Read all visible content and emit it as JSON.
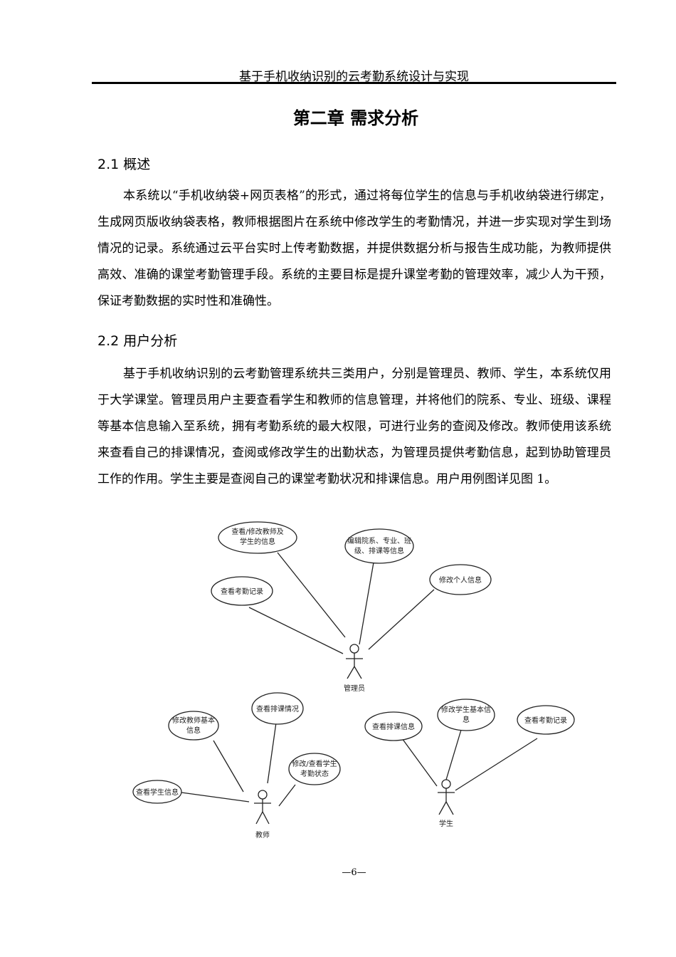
{
  "header": {
    "running_title": "基于手机收纳识别的云考勤系统设计与实现"
  },
  "chapter": {
    "title": "第二章 需求分析"
  },
  "sections": [
    {
      "heading": "2.1 概述",
      "paragraph": "本系统以“手机收纳袋+网页表格”的形式，通过将每位学生的信息与手机收纳袋进行绑定，生成网页版收纳袋表格，教师根据图片在系统中修改学生的考勤情况，并进一步实现对学生到场情况的记录。系统通过云平台实时上传考勤数据，并提供数据分析与报告生成功能，为教师提供高效、准确的课堂考勤管理手段。系统的主要目标是提升课堂考勤的管理效率，减少人为干预，保证考勤数据的实时性和准确性。"
    },
    {
      "heading": "2.2 用户分析",
      "paragraph": "基于手机收纳识别的云考勤管理系统共三类用户，分别是管理员、教师、学生，本系统仅用于大学课堂。管理员用户主要查看学生和教师的信息管理，并将他们的院系、专业、班级、课程等基本信息输入至系统，拥有考勤系统的最大权限，可进行业务的查阅及修改。教师使用该系统来查看自己的排课情况，查阅或修改学生的出勤状态，为管理员提供考勤信息，起到协助管理员工作的作用。学生主要是查阅自己的课堂考勤状况和排课信息。用户用例图详见图 1。"
    }
  ],
  "diagram": {
    "admin": {
      "actor": "管理员",
      "use_cases": [
        [
          "查看/修改教师及",
          "学生的信息"
        ],
        [
          "编辑院系、专业、班",
          "级、排课等信息"
        ],
        [
          "查看考勤记录"
        ],
        [
          "修改个人信息"
        ]
      ]
    },
    "teacher": {
      "actor": "教师",
      "use_cases": [
        [
          "修改教师基本",
          "信息"
        ],
        [
          "查看排课情况"
        ],
        [
          "修改/查看学生",
          "考勤状态"
        ],
        [
          "查看学生信息"
        ]
      ]
    },
    "student": {
      "actor": "学生",
      "use_cases": [
        [
          "查看排课信息"
        ],
        [
          "修改学生基本信",
          "息"
        ],
        [
          "查看考勤记录"
        ]
      ]
    }
  },
  "footer": {
    "page_number": "—6—"
  }
}
